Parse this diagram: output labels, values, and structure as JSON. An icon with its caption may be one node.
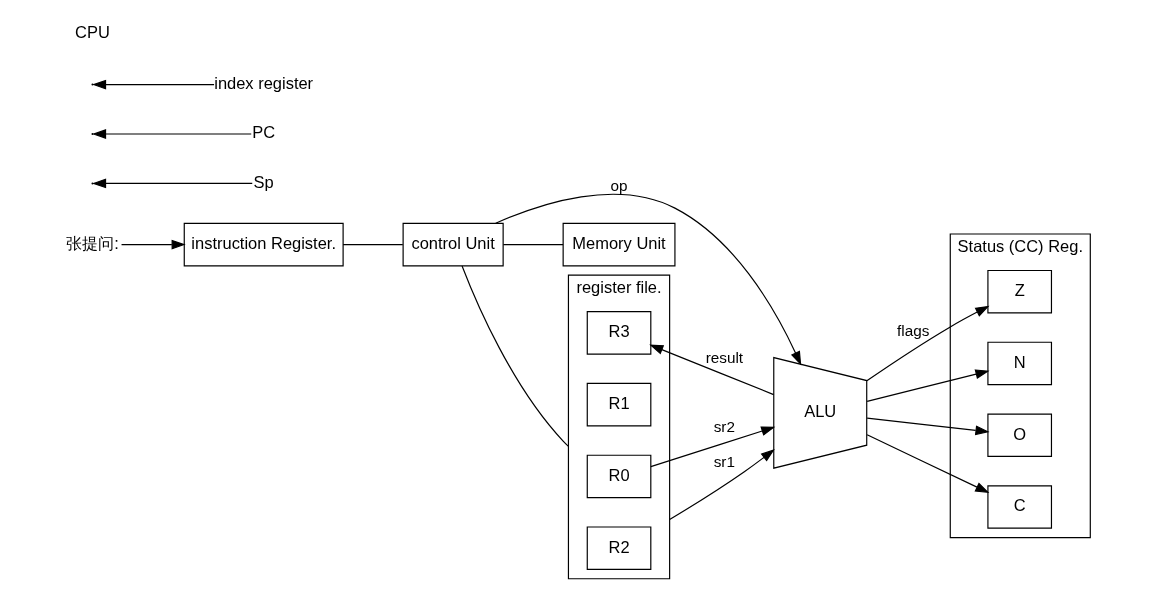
{
  "diagram": {
    "nodes": [
      {
        "text": [
          "张提问:"
        ]
      },
      {
        "text": [
          "instruction Register."
        ]
      },
      {
        "text": [
          "control Unit"
        ]
      },
      {
        "text": [
          "Sp"
        ]
      },
      {
        "text": [
          "PC"
        ]
      },
      {
        "text": [
          "index register"
        ]
      },
      {
        "text": [
          "ALU"
        ]
      },
      {
        "text": [
          "Status (CC) Reg."
        ]
      },
      {
        "text": [
          "Z"
        ],
        "in": 7
      },
      {
        "text": [
          "N"
        ],
        "in": 7
      },
      {
        "text": [
          "O"
        ],
        "in": 7
      },
      {
        "text": [
          "C"
        ],
        "in": 7
      },
      {
        "text": [
          "Memory Unit"
        ]
      },
      {
        "text": [
          "register file."
        ]
      },
      {
        "text": [
          "R0"
        ],
        "in": 13
      },
      {
        "text": [
          "R1"
        ],
        "in": 13
      },
      {
        "text": [
          "R2"
        ],
        "in": 13
      },
      {
        "text": [
          "R3"
        ],
        "in": 13
      }
    ],
    "edges": [
      {
        "from": 0,
        "to": 1,
        "arrow": "to"
      },
      {
        "from": 1,
        "to": 2,
        "arrow": "none"
      },
      {
        "from": 3,
        "to": null,
        "arrow": "to"
      },
      {
        "from": 4,
        "to": null,
        "arrow": "to"
      },
      {
        "from": 5,
        "to": null,
        "arrow": "to"
      },
      {
        "from": 2,
        "to": 12,
        "arrow": "none"
      },
      {
        "from": 2,
        "to": 13,
        "arrow": "none"
      },
      {
        "from": 2,
        "to": 6,
        "label": "op",
        "arrow": "to"
      },
      {
        "from": 13,
        "to": 6,
        "label": "sr1",
        "arrow": "to"
      },
      {
        "from": 14,
        "to": 6,
        "label": "sr2",
        "arrow": "to"
      },
      {
        "from": 6,
        "to": 8,
        "label": "flags",
        "arrow": "to"
      },
      {
        "from": 6,
        "to": 9,
        "arrow": "to"
      },
      {
        "from": 6,
        "to": 10,
        "arrow": "to"
      },
      {
        "from": 6,
        "to": 11,
        "arrow": "to"
      },
      {
        "from": 6,
        "to": 17,
        "label": "result",
        "arrow": "to"
      }
    ],
    "labels": [
      "CPU"
    ]
  }
}
